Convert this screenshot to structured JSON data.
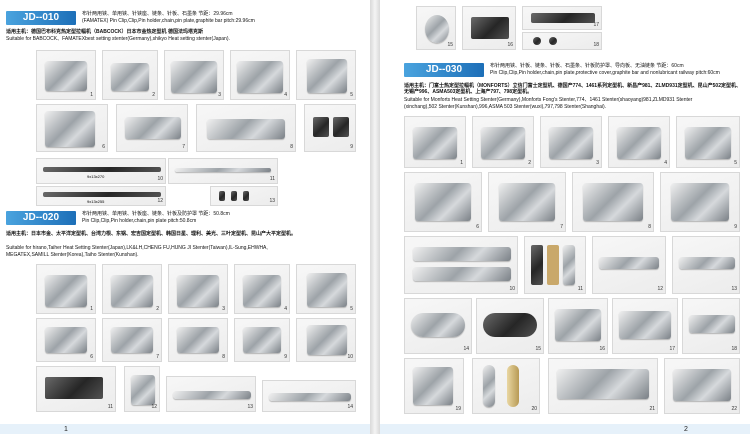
{
  "left": {
    "jd010": {
      "tag": "JD--010",
      "cn_line": "布针两用铗、单用铗、针铗座、链条、针板、石墨条  节距：29.96cm",
      "en_line": "(FAMATEX) Pin Clip,Clip,Pin holder,chain,pin plate,graphite bar pitch:29.96cm",
      "apply_cn": "适用主机：德国巴布科克热定型拉幅机（BABCOCK）日本市金热定型机 德国法玛塔克斯",
      "apply_en": "Suitable for BABCOCK、FAMATEXbest setting stenter(Germany),shikyo Heat setting stenter(Japan).",
      "row1_nums": [
        "1",
        "2",
        "3",
        "4",
        "5"
      ],
      "row2_nums": [
        "6",
        "7",
        "8",
        "9"
      ],
      "row3_nums": [
        "10",
        "11",
        "12",
        "13"
      ],
      "bar_labels": [
        "9x13x270",
        "9x13x255"
      ]
    },
    "jd020": {
      "tag": "JD--020",
      "cn_line1": "布针两用铗、单用铗、针板座、链条、针板及防护罩  节距：50.8cm",
      "en_line": "Pin Clip,Clip,Pin holder,chain,pin plate pitch:50.8cm",
      "apply_cn": "适用主机：日本市金、太平洋定型机、台湾力根、东锅、宏吉国定型机、韩国日星、理利、美光、三叶定型机、昆山产大平定型机。",
      "apply_en1": "Suitable for hirano,Taiher Heat Setting Stenter(Japan),LK&LH,CHENG FU,HUNG JI Stenter(Taiwan),IL-Sung,EHWHA,",
      "apply_en2": "MEGATEX,SAMILL Stenter(Korea),Taiho Stenter(Kunshan).",
      "row1_nums": [
        "1",
        "2",
        "3",
        "4",
        "5"
      ],
      "row2_nums": [
        "6",
        "7",
        "8",
        "9",
        "10"
      ],
      "row3_nums": [
        "11",
        "12",
        "13",
        "14"
      ]
    },
    "page_number": "1"
  },
  "right": {
    "top_nums": [
      "15",
      "16",
      "17",
      "18"
    ],
    "jd030": {
      "tag": "JD--030",
      "cn_line": "布针两用铗、针板、链条、针板、石墨条、针板防护罩、导向板、无油链条  节距：60cm",
      "en_line": "Pin Clip,Clip,Pin holder,chain,pin plate,protective cover,graphite bar and nonlubricant railway pitch:60cm",
      "apply_cn": "适用主机：门富士热定型拉幅机（MONFORTS）立信门富士定型机、德国产774、1461系列定型机、新昌产981、ZLMD931定型机、昆山产502定型机、无锡产996、ASMA503定型机、上海产797、798定型机。",
      "apply_en1": "Suitable for Monforts Heat Setting Stenter(Germany),Monforts Fong's Stenter,774、1461 Stenter(shaoyang)981,ZLMD931 Stenter",
      "apply_en2": "(xinchang),502 Stenter(Kunshan),996,ASMA 503 Stenter(wuxi),797,798 Stenter(Shanghai).",
      "row1_nums": [
        "1",
        "2",
        "3",
        "4",
        "5"
      ],
      "row2_nums": [
        "6",
        "7",
        "8",
        "9"
      ],
      "row3_nums": [
        "10",
        "11",
        "12",
        "13"
      ],
      "row4_nums": [
        "14",
        "15",
        "16",
        "17",
        "18"
      ],
      "row5_nums": [
        "19",
        "20",
        "21",
        "22"
      ]
    },
    "page_number": "2"
  },
  "colors": {
    "tag_blue": "#1d6fb8",
    "bar_blue": "#e6f1fa"
  }
}
